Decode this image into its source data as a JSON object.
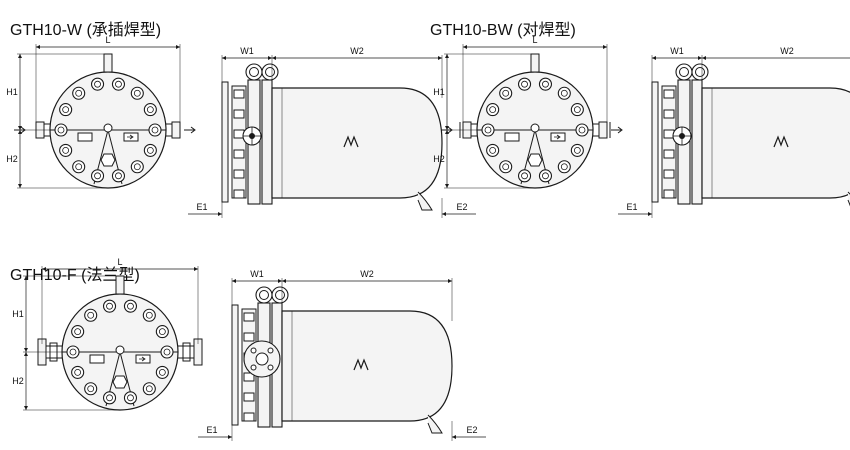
{
  "models": [
    {
      "id": "w",
      "title": "GTH10-W (承插焊型)",
      "variant": "socket"
    },
    {
      "id": "bw",
      "title": "GTH10-BW (对焊型)",
      "variant": "butt"
    },
    {
      "id": "f",
      "title": "GTH10-F (法兰型)",
      "variant": "flange"
    }
  ],
  "dimensions": {
    "L": "L",
    "H1": "H1",
    "H2": "H2",
    "W1": "W1",
    "W2": "W2",
    "E1": "E1",
    "E2": "E2"
  },
  "colors": {
    "line": "#1a1a1a",
    "fill": "#f4f4f4",
    "shade": "#dcdcdc"
  }
}
